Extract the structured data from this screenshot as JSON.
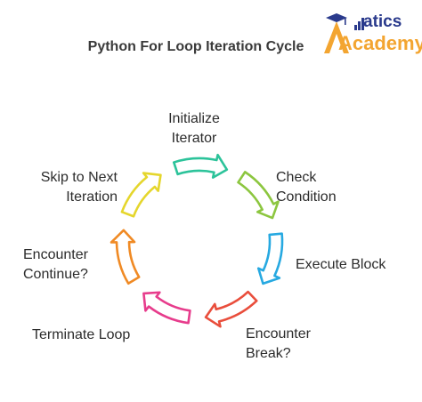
{
  "title": "Python For Loop Iteration Cycle",
  "logo": {
    "line1": "atics",
    "line2": "Academy"
  },
  "steps": [
    {
      "label": "Initialize\nIterator",
      "color": "#2cc39a"
    },
    {
      "label": "Check\nCondition",
      "color": "#8cc63f"
    },
    {
      "label": "Execute Block",
      "color": "#27a9e1"
    },
    {
      "label": "Encounter\nBreak?",
      "color": "#e94e3c"
    },
    {
      "label": "Terminate Loop",
      "color": "#e73c8c"
    },
    {
      "label": "Encounter\nContinue?",
      "color": "#f08a24"
    },
    {
      "label": "Skip to Next\nIteration",
      "color": "#e5d62c"
    }
  ]
}
